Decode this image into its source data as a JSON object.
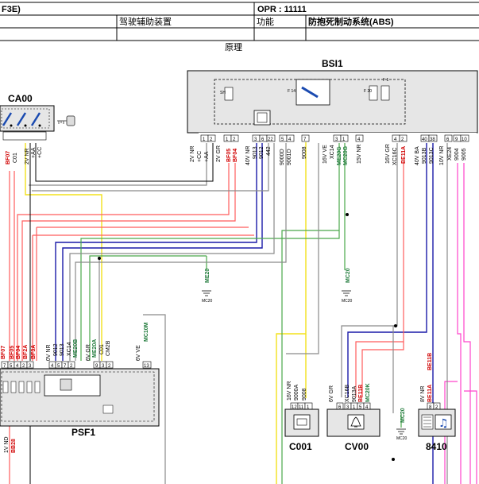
{
  "header": {
    "left_code": "F3E)",
    "opr_label": "OPR : 11111",
    "category": "驾驶辅助装置",
    "function_label": "功能",
    "system": "防抱死制动系统(ABS)",
    "subtitle": "原理"
  },
  "components": {
    "bsi1": "BSI1",
    "ca00": "CA00",
    "psf1": "PSF1",
    "c001": "C001",
    "cv00": "CV00",
    "c8410": "8410"
  },
  "bsi_internal": {
    "sh": "SH",
    "f14": "F 14",
    "f20": "F 20",
    "f1": "F 1"
  },
  "bsi_pins": {
    "p1": "1",
    "p2": "2",
    "p3": "3",
    "p6": "6",
    "p5": "5",
    "p22": "22",
    "p4": "4",
    "p7": "7",
    "p3b": "3",
    "p4b": "4",
    "p40": "40",
    "p38": "38",
    "p6b": "6",
    "p9": "9",
    "p10": "10"
  },
  "bsi_connectors": {
    "c2vnr": "2V NR",
    "c2vgr": "2V GR",
    "c40vnr": "40V NR",
    "c16vve": "16V VE",
    "c15vnr": "15V NR",
    "c16vgr": "16V GR",
    "c40vba": "40V BA",
    "c10vnr": "10V NR"
  },
  "bsi_wires": {
    "w_cc": "+CC",
    "w_aa": "+AA",
    "w_bf05": "BF05",
    "w_bf04": "BF04",
    "w9013": "9013",
    "w9012": "9012",
    "w442": "442",
    "w9000d": "9000D",
    "w9001d": "9001D",
    "w9008": "9008",
    "w_xc14": "XC14",
    "w_me20g": "ME20G",
    "w_mc20g": "MC20G",
    "w_xc16c": "XC16C",
    "w_be11a": "BE11A",
    "w9013b": "9013B",
    "w9013c": "9013C",
    "w_xe24": "XE24",
    "w9004": "9004",
    "w9005": "9005"
  },
  "ca00_wires": {
    "bf07": "BF07",
    "c01": "C01",
    "c2vnr": "2V NR",
    "aa": "+AA",
    "cc": "+CC"
  },
  "psf1_wires": {
    "bf07": "BF07",
    "bf05": "BF05",
    "bf04": "BF04",
    "bf2a": "BF2A",
    "bf3a": "BF3A",
    "c10vnr": "10V NR",
    "w9012": "9012",
    "w9013": "9013",
    "xc14": "XC14",
    "me20b": "ME20B",
    "c16vgr": "16V GR",
    "me20a": "ME20A",
    "c01": "C01",
    "cm2b": "CM2B",
    "c16vve": "16V VE",
    "mc10m": "MC10M",
    "p7": "7",
    "p5": "5",
    "p4": "4",
    "p2": "2",
    "p3": "3",
    "p9": "9",
    "p13": "13",
    "c1vnd": "1V ND",
    "bb28": "BB28"
  },
  "ground_labels": {
    "me20": "ME20",
    "mc20a": "MC20",
    "mc20b": "MC20",
    "mc20c": "MC20"
  },
  "c001_wires": {
    "conn": "16V NR",
    "w9000a": "9000A",
    "w9008": "9008",
    "p12": "12",
    "p11": "11",
    "p1": "1"
  },
  "cv00_wires": {
    "conn_gr": "6V GR",
    "xc16b": "XC16B",
    "w9013a": "9013A",
    "be11b": "BE11B",
    "mc20k": "MC20K",
    "p6": "6",
    "p3": "3",
    "p1": "1",
    "p5": "5",
    "p4": "4"
  },
  "c8410_wires": {
    "conn": "8V NR",
    "be11a": "BE11A",
    "be11b": "BE11B",
    "p8": "8",
    "p2": "2"
  },
  "colors": {
    "yellow": "#f3e21c",
    "blue": "#1a1aa8",
    "red": "#ff5c5c",
    "pink": "#ff44cc",
    "green": "#4aa84a",
    "gray": "#8a8a8a",
    "black": "#000000",
    "box_fill": "#e6e6e6"
  }
}
